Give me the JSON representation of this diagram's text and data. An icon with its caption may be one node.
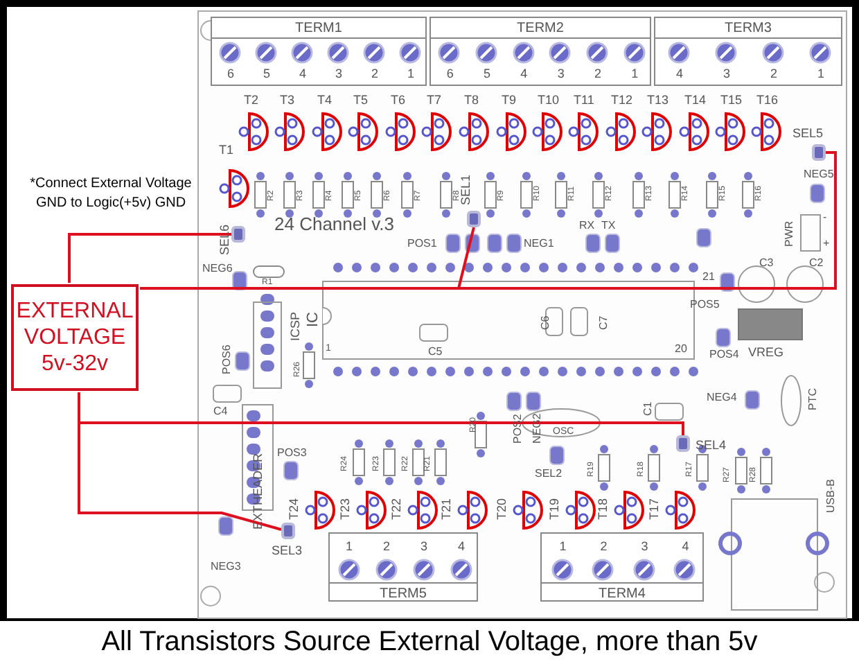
{
  "diagram": {
    "caption": "All Transistors Source External Voltage, more than 5v",
    "nodes": [
      {
        "text": [
          "TERM1",
          "6",
          "5",
          "4",
          "3",
          "2",
          "1"
        ]
      },
      {
        "text": [
          "TERM2",
          "6",
          "5",
          "4",
          "3",
          "2",
          "1"
        ]
      },
      {
        "text": [
          "TERM3",
          "4",
          "3",
          "2",
          "1"
        ]
      },
      {
        "text": [],
        "shape": "box",
        "beside": [
          "SEL5"
        ]
      },
      {
        "text": [],
        "shape": "box",
        "beside": [
          "SEL1"
        ]
      },
      {
        "text": [],
        "shape": "box",
        "beside": [
          "SEL6"
        ]
      },
      {
        "text": [
          "EXTERNAL VOLTAGE 5v-32v"
        ]
      },
      {
        "text": [],
        "shape": "box",
        "beside": [
          "SEL4"
        ]
      },
      {
        "text": [],
        "shape": "box",
        "beside": [
          "SEL3"
        ]
      },
      {
        "text": [
          "TERM5",
          "1",
          "2",
          "3",
          "4"
        ]
      },
      {
        "text": [
          "TERM4",
          "1",
          "2",
          "3",
          "4"
        ]
      }
    ],
    "edges": [
      {
        "from": 6,
        "to": 5,
        "arrow": "none"
      },
      {
        "from": 6,
        "to": 4,
        "arrow": "none"
      },
      {
        "from": 6,
        "to": 3,
        "arrow": "none"
      },
      {
        "from": 6,
        "to": 7,
        "arrow": "none"
      },
      {
        "from": 6,
        "to": 8,
        "arrow": "none"
      }
    ],
    "labels": [
      "*Connect External Voltage GND to Logic(+5v) GND",
      "T2",
      "T3",
      "T4",
      "T5",
      "T6",
      "T7",
      "T8",
      "T9",
      "T10",
      "T11",
      "T12",
      "T13",
      "T14",
      "T15",
      "T16",
      "T1",
      "R2",
      "R3",
      "R4",
      "R5",
      "R6",
      "R7",
      "R8",
      "R9",
      "R10",
      "R11",
      "R12",
      "R13",
      "R14",
      "R15",
      "R16",
      "24 Channel v.3",
      "NEG5",
      "PWR",
      "-",
      "+",
      "RX",
      "TX",
      "POS1",
      "NEG1",
      "NEG6",
      "R1",
      "IC",
      "21",
      "C3",
      "C2",
      "POS5",
      "ICSP",
      "POS6",
      "R26",
      "1",
      "C5",
      "C6",
      "C7",
      "20",
      "POS4",
      "VREG",
      "C4",
      "PTC",
      "C1",
      "NEG4",
      "POS2",
      "NEG2",
      "OSC",
      "R20",
      "EXTHEADER",
      "POS3",
      "R24",
      "R23",
      "R22",
      "R21",
      "SEL2",
      "R19",
      "R18",
      "R17",
      "R27",
      "R28",
      "T24",
      "T23",
      "T22",
      "T21",
      "T20",
      "T19",
      "T18",
      "T17",
      "USB-B",
      "NEG3"
    ]
  }
}
